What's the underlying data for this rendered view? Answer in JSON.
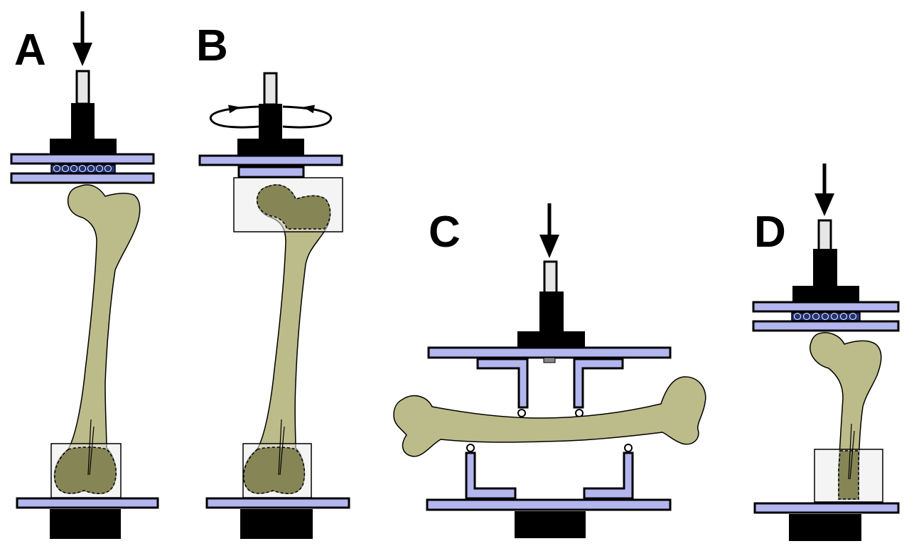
{
  "panels": {
    "a": {
      "label": "A"
    },
    "b": {
      "label": "B"
    },
    "c": {
      "label": "C"
    },
    "d": {
      "label": "D"
    }
  },
  "colors": {
    "plate": "#b3b5ee",
    "bone": "#bcbb8a",
    "bone_embedded": "#858556",
    "potting": "#ebebeb",
    "fixture": "#000000",
    "roller": "#223377",
    "outline": "#000000"
  },
  "icons": {
    "load_arrow": "arrow-down-icon",
    "torsion": "rotation-arrows-icon"
  }
}
